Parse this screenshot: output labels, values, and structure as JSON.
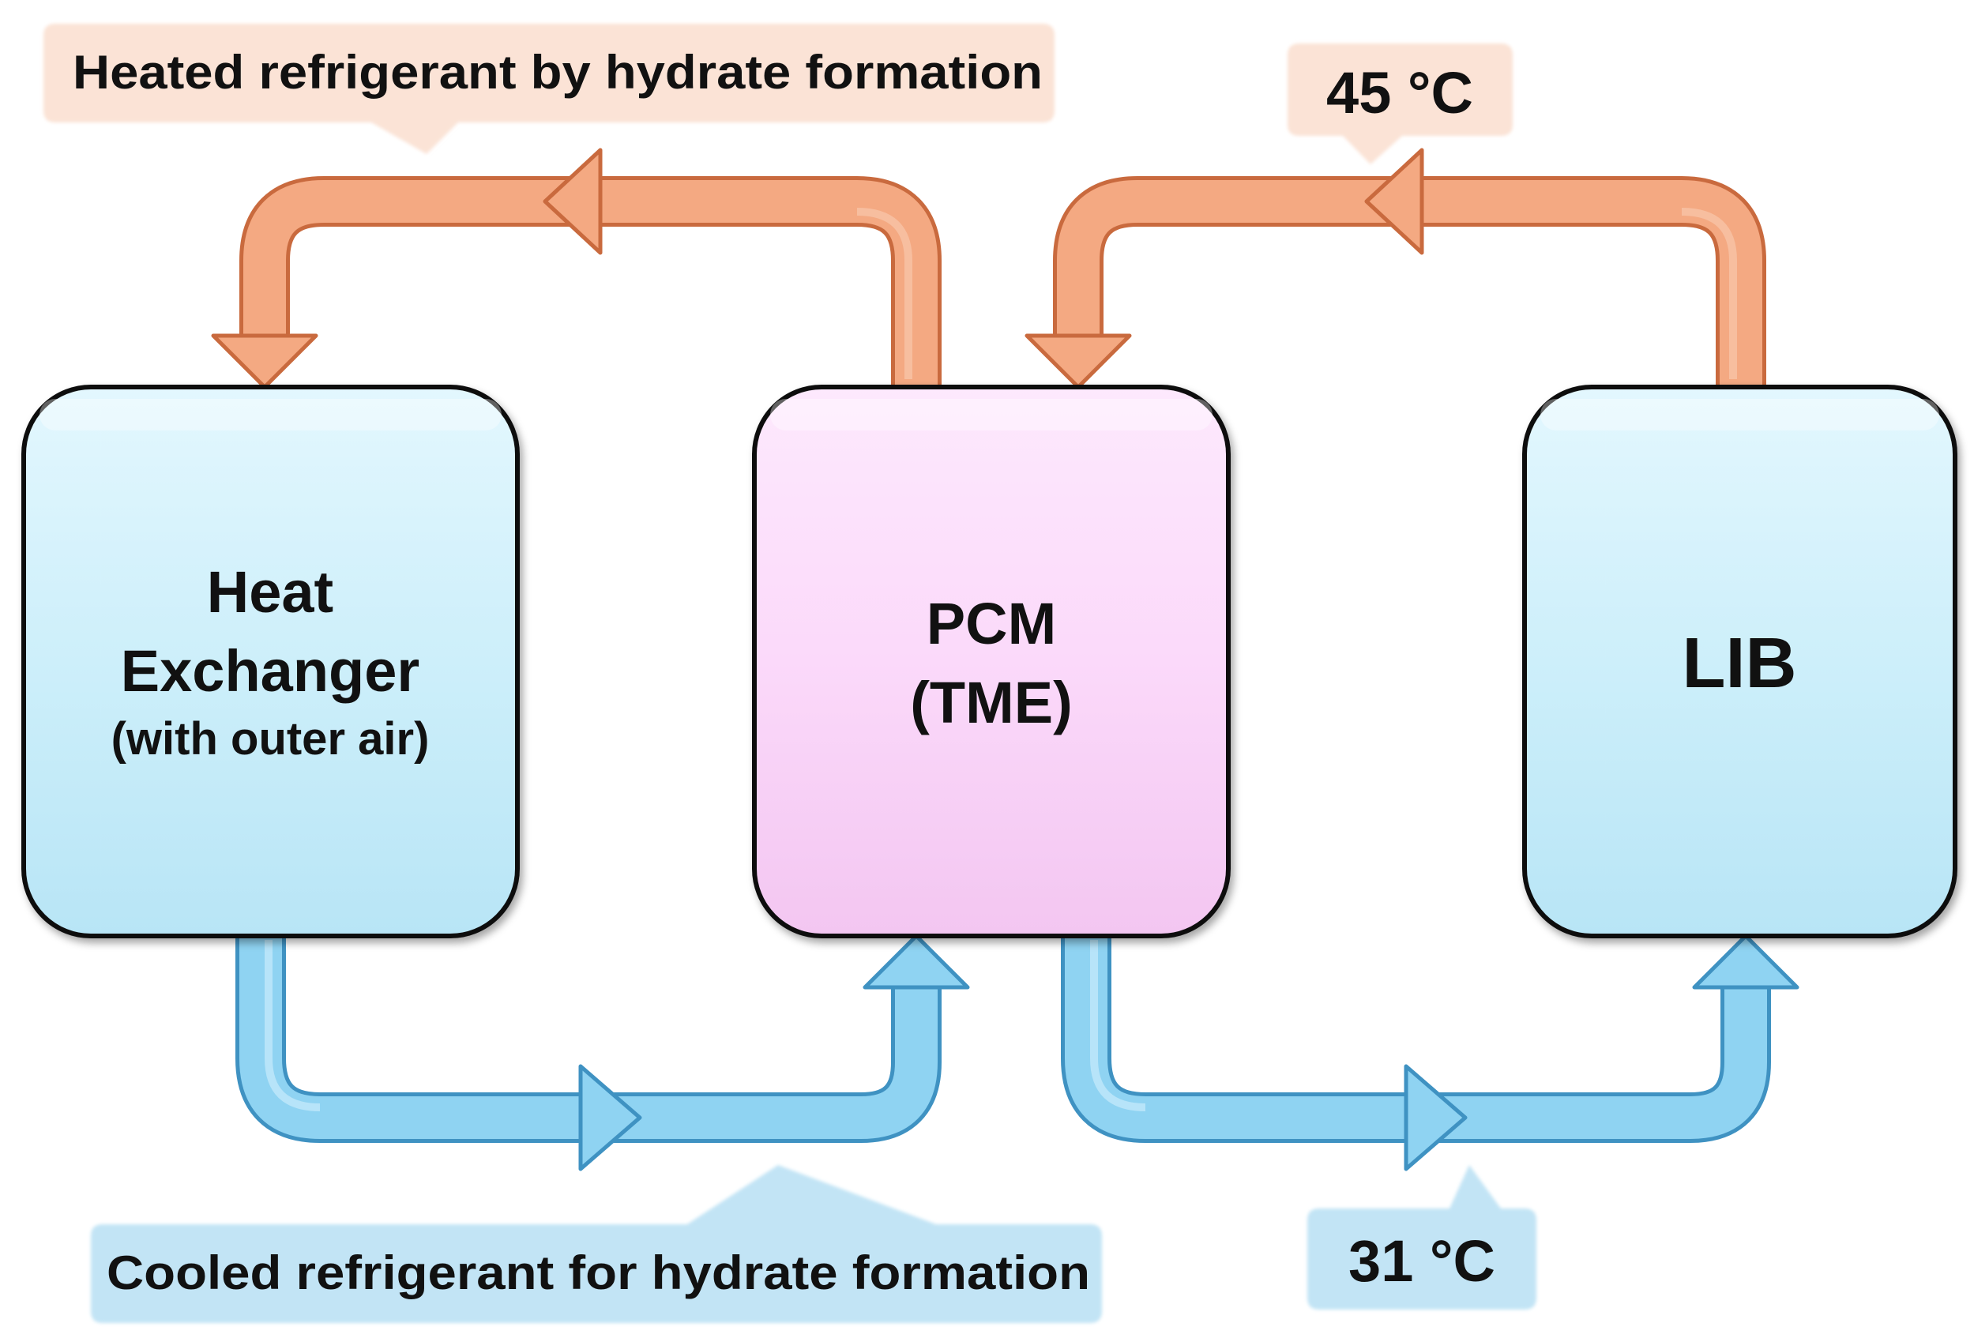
{
  "boxes": {
    "heat_exchanger": {
      "line1": "Heat",
      "line2": "Exchanger",
      "line3": "(with outer air)"
    },
    "pcm": {
      "line1": "PCM",
      "line2": "(TME)"
    },
    "lib": {
      "line1": "LIB"
    }
  },
  "callouts": {
    "heated": "Heated refrigerant by hydrate formation",
    "cooled": "Cooled refrigerant for hydrate formation",
    "hot_temp": "45 °C",
    "cold_temp": "31 °C"
  },
  "colors": {
    "heat_box": "#cdeffa",
    "pcm_box": "#fbd9fa",
    "hot_pipe": "#f4a982",
    "cold_pipe": "#8fd3f2",
    "hot_callout": "#fbe3d6",
    "cold_callout": "#c2e4f5"
  }
}
